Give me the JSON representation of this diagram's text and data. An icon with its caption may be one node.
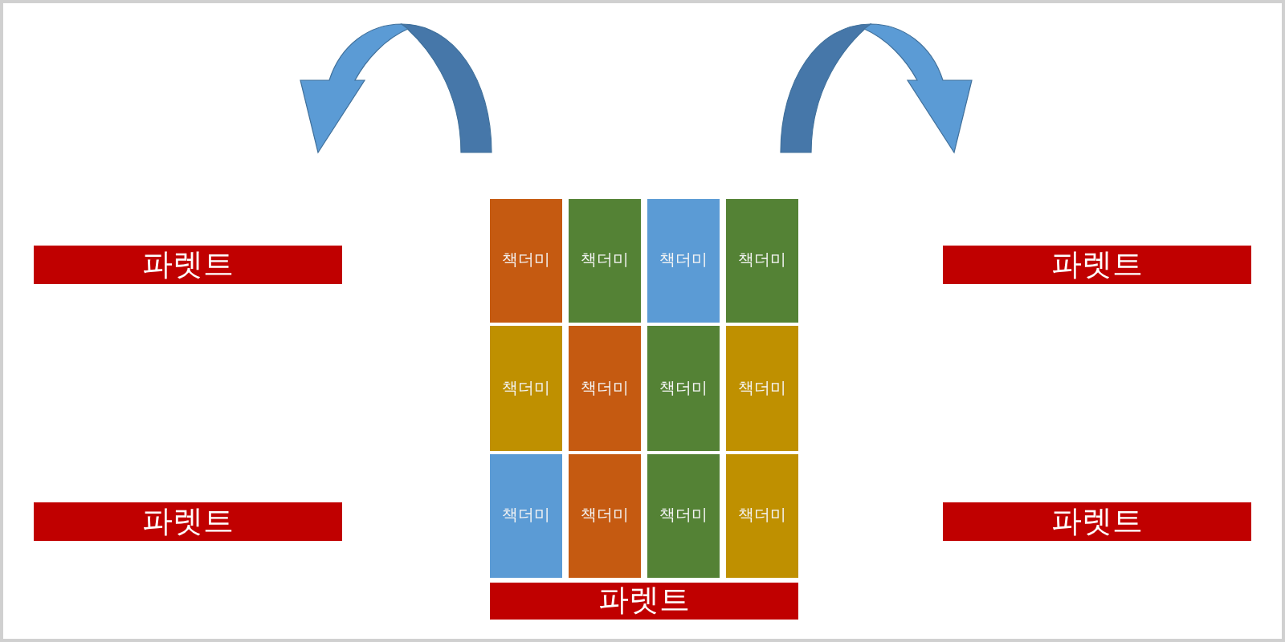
{
  "diagram": {
    "nodes": [
      {
        "text": [
          "파렛트"
        ]
      },
      {
        "text": [
          "책더미"
        ]
      },
      {
        "text": [
          "책더미"
        ]
      },
      {
        "text": [
          "책더미"
        ]
      },
      {
        "text": [
          "책더미"
        ]
      },
      {
        "text": [
          "파렛트"
        ]
      },
      {
        "text": [
          "책더미"
        ]
      },
      {
        "text": [
          "책더미"
        ]
      },
      {
        "text": [
          "책더미"
        ]
      },
      {
        "text": [
          "책더미"
        ]
      },
      {
        "text": [
          "파렛트"
        ]
      },
      {
        "text": [
          "책더미"
        ]
      },
      {
        "text": [
          "책더미"
        ]
      },
      {
        "text": [
          "책더미"
        ]
      },
      {
        "text": [
          "책더미"
        ]
      },
      {
        "text": [
          "파렛트"
        ]
      },
      {
        "text": [
          "파렛트"
        ]
      }
    ]
  }
}
